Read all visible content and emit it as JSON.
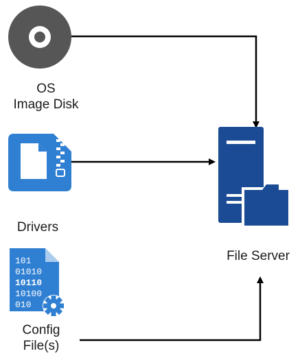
{
  "nodes": {
    "os_disk": {
      "label_line1": "OS",
      "label_line2": "Image Disk",
      "icon": "disc-icon"
    },
    "drivers": {
      "label": "Drivers",
      "icon": "zip-file-icon"
    },
    "config": {
      "label_line1": "Config",
      "label_line2": "File(s)",
      "icon": "binary-config-file-icon",
      "binary_rows": [
        "101",
        "01010",
        "10110",
        "10100",
        "010"
      ]
    },
    "file_server": {
      "label": "File Server",
      "icon": "file-server-icon"
    }
  },
  "edges": [
    {
      "from": "os_disk",
      "to": "file_server"
    },
    {
      "from": "drivers",
      "to": "file_server"
    },
    {
      "from": "config",
      "to": "file_server"
    }
  ],
  "colors": {
    "disk": "#555555",
    "blue": "#2f7fd2",
    "navy": "#1b4b94",
    "arrow": "#000000"
  }
}
